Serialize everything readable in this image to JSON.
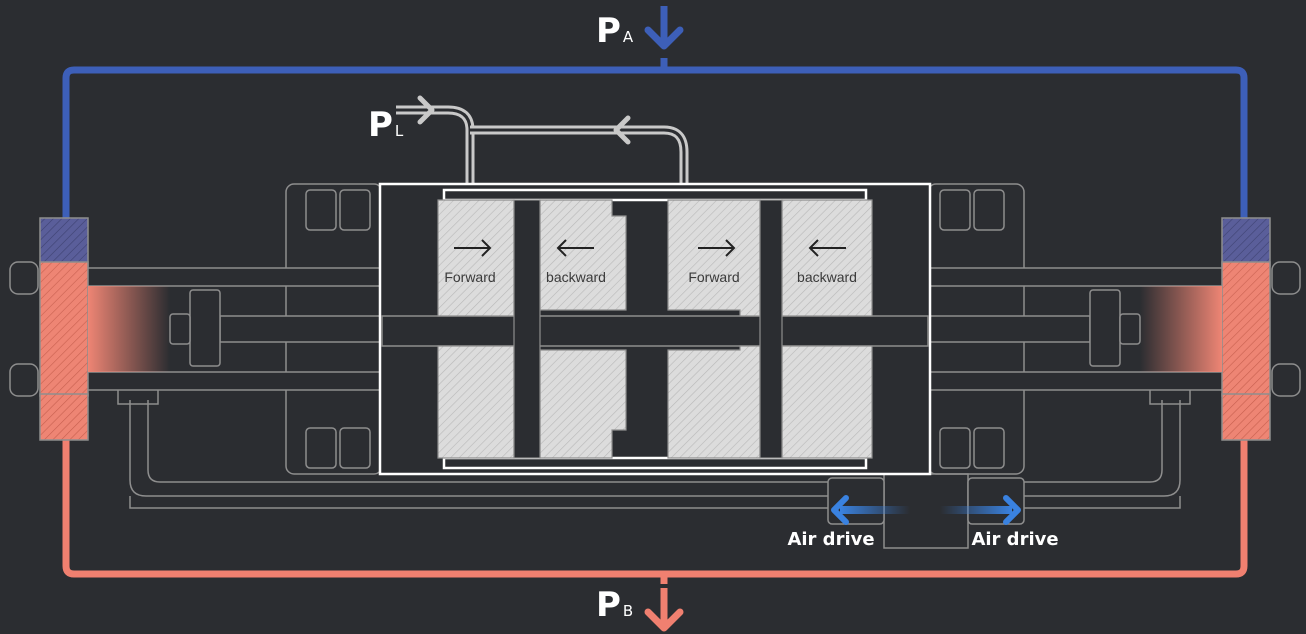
{
  "labels": {
    "pa": {
      "main": "P",
      "sub": "A"
    },
    "pl": {
      "main": "P",
      "sub": "L"
    },
    "pb": {
      "main": "P",
      "sub": "B"
    },
    "chambers": [
      "Forward",
      "backward",
      "Forward",
      "backward"
    ],
    "air_left": "Air drive",
    "air_right": "Air drive"
  },
  "colors": {
    "background": "#2b2d31",
    "line_a": "#3d5fb8",
    "line_b": "#f08070",
    "line_l": "#d9d9d9",
    "air": "#3a82e0",
    "outline": "#8e8e8e",
    "piston_fill": "#dcdcdc"
  },
  "icons": [
    "arrow-down-icon",
    "arrow-right-icon",
    "arrow-left-icon"
  ]
}
